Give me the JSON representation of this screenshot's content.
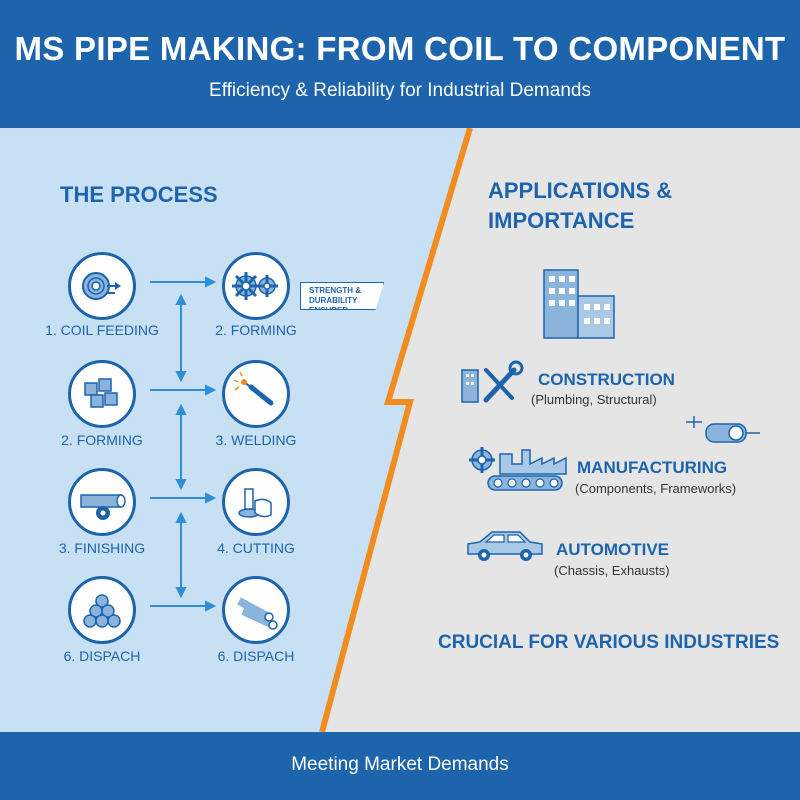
{
  "header": {
    "title": "MS PIPE MAKING: FROM COIL TO COMPONENT",
    "subtitle": "Efficiency & Reliability for Industrial Demands"
  },
  "process": {
    "heading": "THE PROCESS",
    "steps": [
      {
        "label": "1. COIL FEEDING",
        "icon": "coil-icon"
      },
      {
        "label": "2. FORMING",
        "icon": "gears-icon"
      },
      {
        "label": "2. FORMING",
        "icon": "cubes-icon"
      },
      {
        "label": "3. WELDING",
        "icon": "welding-torch-icon"
      },
      {
        "label": "3. FINISHING",
        "icon": "finishing-pipe-icon"
      },
      {
        "label": "4. CUTTING",
        "icon": "cutting-hand-icon"
      },
      {
        "label": "6. DISPACH",
        "icon": "pipe-stack-icon"
      },
      {
        "label": "6. DISPACH",
        "icon": "pipes-icon"
      }
    ],
    "badge": "STRENGTH & DURABILITY ENSURED"
  },
  "applications": {
    "heading": "APPLICATIONS & IMPORTANCE",
    "items": [
      {
        "title": "CONSTRUCTION",
        "sub": "(Plumbing, Structural)",
        "icon": "building-tools-icon"
      },
      {
        "title": "MANUFACTURING",
        "sub": "(Components, Frameworks)",
        "icon": "factory-icon"
      },
      {
        "title": "AUTOMOTIVE",
        "sub": "(Chassis, Exhausts)",
        "icon": "car-icon"
      }
    ],
    "crucial": "CRUCIAL FOR VARIOUS INDUSTRIES"
  },
  "footer": {
    "text": "Meeting Market Demands"
  },
  "colors": {
    "primary": "#1d64ad",
    "left_panel": "#c8e0f3",
    "right_panel": "#e5e5e5",
    "divider": "#f28c1e",
    "icon_light": "#8ab4dc"
  }
}
